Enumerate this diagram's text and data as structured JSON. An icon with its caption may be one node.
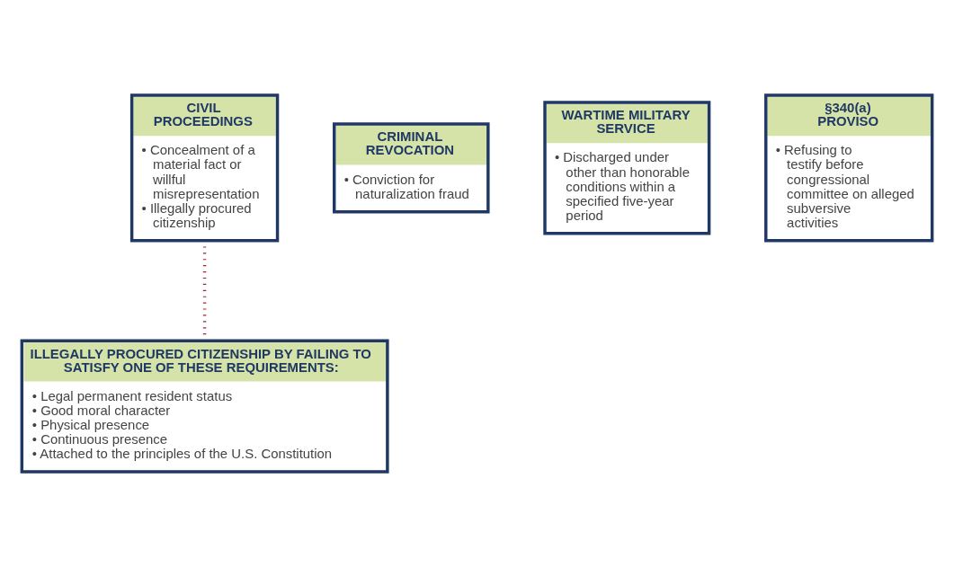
{
  "diagram": {
    "nodes": [
      {
        "text": [
          "CIVIL PROCEEDINGS",
          "• Concealment of a material fact or willful misrepresentation",
          "• Illegally procured citizenship"
        ]
      },
      {
        "text": [
          "CRIMINAL REVOCATION",
          "• Conviction for naturalization fraud"
        ]
      },
      {
        "text": [
          "WARTIME MILITARY SERVICE",
          "• Discharged under other than honorable conditions within a specified five-year period"
        ]
      },
      {
        "text": [
          "§340(a) PROVISO",
          "• Refusing to testify before congressional committee on alleged subversive activities"
        ]
      },
      {
        "text": [
          "ILLEGALLY PROCURED CITIZENSHIP BY FAILING TO SATISFY ONE OF THESE REQUIREMENTS:",
          "• Legal permanent resident status",
          "• Good moral character",
          "• Physical presence",
          "• Continuous presence",
          "• Attached to the principles of the U.S. Constitution"
        ]
      }
    ],
    "edges": [
      {
        "from": 0,
        "to": 4,
        "arrow": "none",
        "style": "dashed",
        "color": "#9b2335"
      }
    ]
  }
}
